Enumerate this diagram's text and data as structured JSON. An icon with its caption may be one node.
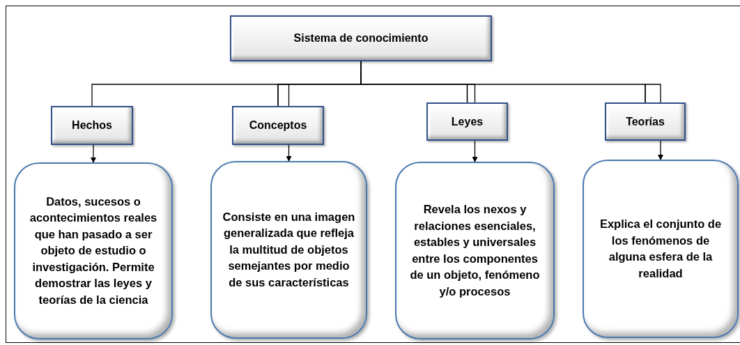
{
  "diagram": {
    "nodes": [
      {
        "text": [
          "Sistema de conocimiento"
        ]
      },
      {
        "text": [
          "Hechos"
        ]
      },
      {
        "text": [
          "Conceptos"
        ]
      },
      {
        "text": [
          "Leyes"
        ]
      },
      {
        "text": [
          "Teorías"
        ]
      },
      {
        "text": [
          "Datos, sucesos o acontecimientos reales que han pasado a ser objeto de estudio o investigación. Permite demostrar las leyes y teorías de la ciencia"
        ]
      },
      {
        "text": [
          "Consiste en una imagen generalizada que refleja la multitud de objetos semejantes por medio de sus características"
        ]
      },
      {
        "text": [
          "Revela los nexos y relaciones esenciales, estables y universales entre los componentes de un objeto, fenómeno y/o procesos"
        ]
      },
      {
        "text": [
          "Explica el conjunto de los fenómenos de alguna esfera de la realidad"
        ]
      }
    ],
    "edges": [
      {
        "from": 0,
        "to": 1,
        "arrow": "none"
      },
      {
        "from": 0,
        "to": 2,
        "arrow": "none"
      },
      {
        "from": 0,
        "to": 3,
        "arrow": "none"
      },
      {
        "from": 0,
        "to": 4,
        "arrow": "none"
      },
      {
        "from": 1,
        "to": 5,
        "arrow": "to"
      },
      {
        "from": 2,
        "to": 6,
        "arrow": "to"
      },
      {
        "from": 3,
        "to": 7,
        "arrow": "to"
      },
      {
        "from": 4,
        "to": 8,
        "arrow": "to"
      }
    ]
  }
}
